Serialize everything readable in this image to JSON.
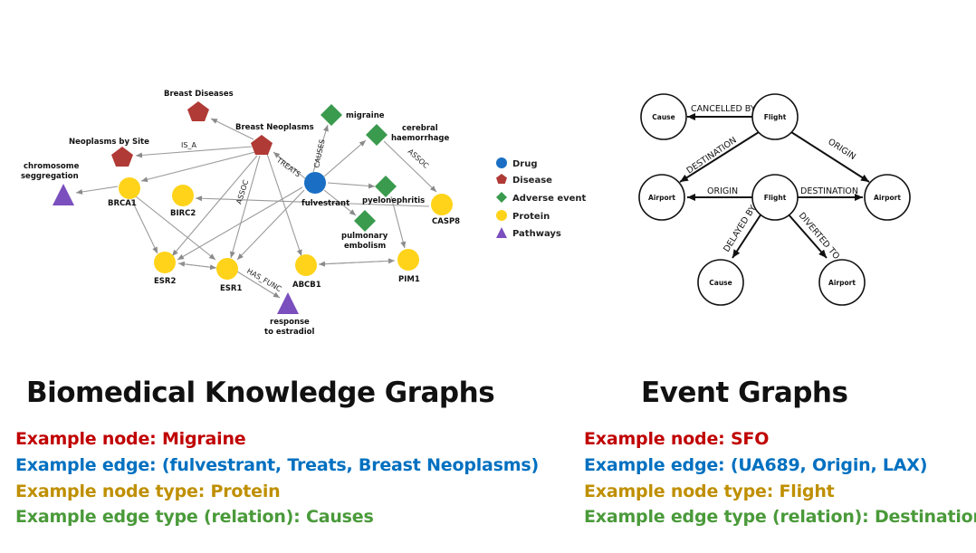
{
  "biomedical": {
    "title": "Biomedical Knowledge Graphs",
    "examples": {
      "node": "Example node: Migraine",
      "edge": "Example edge: (fulvestrant, Treats, Breast Neoplasms)",
      "node_type": "Example node type: Protein",
      "edge_type": "Example edge type (relation): Causes"
    },
    "legend": [
      {
        "label": "Drug",
        "color": "#1a6fc4",
        "shape": "circle"
      },
      {
        "label": "Disease",
        "color": "#b03a35",
        "shape": "pentagon"
      },
      {
        "label": "Adverse event",
        "color": "#3a9a4d",
        "shape": "diamond"
      },
      {
        "label": "Protein",
        "color": "#ffd31a",
        "shape": "circle"
      },
      {
        "label": "Pathways",
        "color": "#7b4fbe",
        "shape": "triangle"
      }
    ],
    "nodes": {
      "breast_diseases": "Breast Diseases",
      "breast_neoplasms": "Breast Neoplasms",
      "neoplasms_by_site": "Neoplasms by Site",
      "chromosome_seg_1": "chromosome",
      "chromosome_seg_2": "seggregation",
      "brca1": "BRCA1",
      "birc2": "BIRC2",
      "fulvestrant": "fulvestrant",
      "migraine": "migraine",
      "cerebral_1": "cerebral",
      "cerebral_2": "haemorrhage",
      "pyelonephritis": "pyelonephritis",
      "pulmonary_1": "pulmonary",
      "pulmonary_2": "embolism",
      "casp8": "CASP8",
      "esr2": "ESR2",
      "esr1": "ESR1",
      "abcb1": "ABCB1",
      "pim1": "PIM1",
      "response_1": "response",
      "response_2": "to estradiol"
    },
    "edge_labels": {
      "is_a": "IS_A",
      "causes": "CAUSES",
      "treats": "TREATS",
      "assoc_left": "ASSOC",
      "assoc_right": "ASSOC",
      "has_func": "HAS_FUNC"
    }
  },
  "event": {
    "title": "Event Graphs",
    "examples": {
      "node": "Example node: SFO",
      "edge": "Example edge: (UA689, Origin, LAX)",
      "node_type": "Example node type: Flight",
      "edge_type": "Example edge type (relation): Destination"
    },
    "nodes": {
      "cause_top": "Cause",
      "flight_top": "Flight",
      "airport_left": "Airport",
      "flight_mid": "Flight",
      "airport_right": "Airport",
      "cause_bottom": "Cause",
      "airport_bottom": "Airport"
    },
    "edge_labels": {
      "cancelled_by": "CANCELLED BY",
      "destination_diag": "DESTINATION",
      "origin_diag": "ORIGIN",
      "origin_mid": "ORIGIN",
      "destination_mid": "DESTINATION",
      "delayed_by": "DELAYED BY",
      "diverted_to": "DIVERTED TO"
    }
  }
}
